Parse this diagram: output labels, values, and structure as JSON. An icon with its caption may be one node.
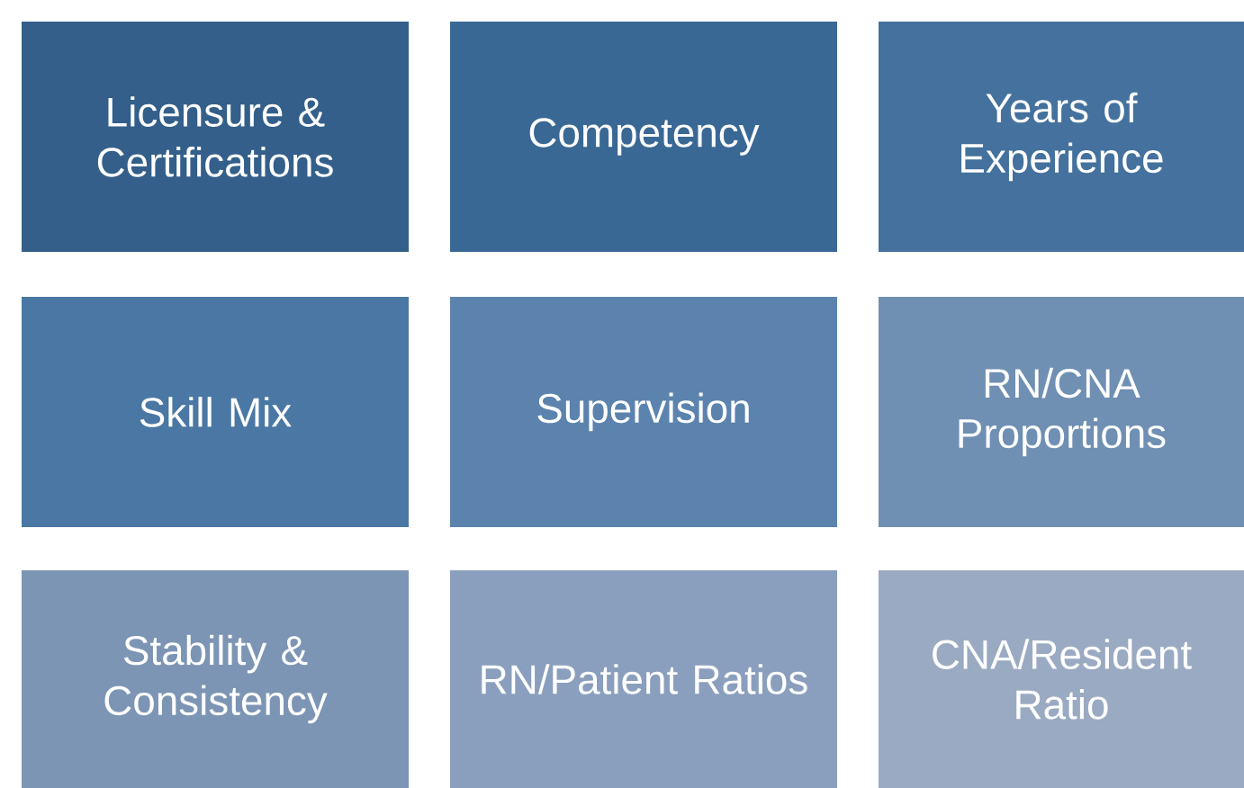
{
  "diagram": {
    "nodes": [
      {
        "text": [
          "Licensure & Certifications"
        ]
      },
      {
        "text": [
          "Competency"
        ]
      },
      {
        "text": [
          "Years of Experience"
        ]
      },
      {
        "text": [
          "Skill Mix"
        ]
      },
      {
        "text": [
          "Supervision"
        ]
      },
      {
        "text": [
          "RN/CNA Proportions"
        ]
      },
      {
        "text": [
          "Stability & Consistency"
        ]
      },
      {
        "text": [
          "RN/Patient Ratios"
        ]
      },
      {
        "text": [
          "CNA/Resident Ratio"
        ]
      }
    ]
  }
}
